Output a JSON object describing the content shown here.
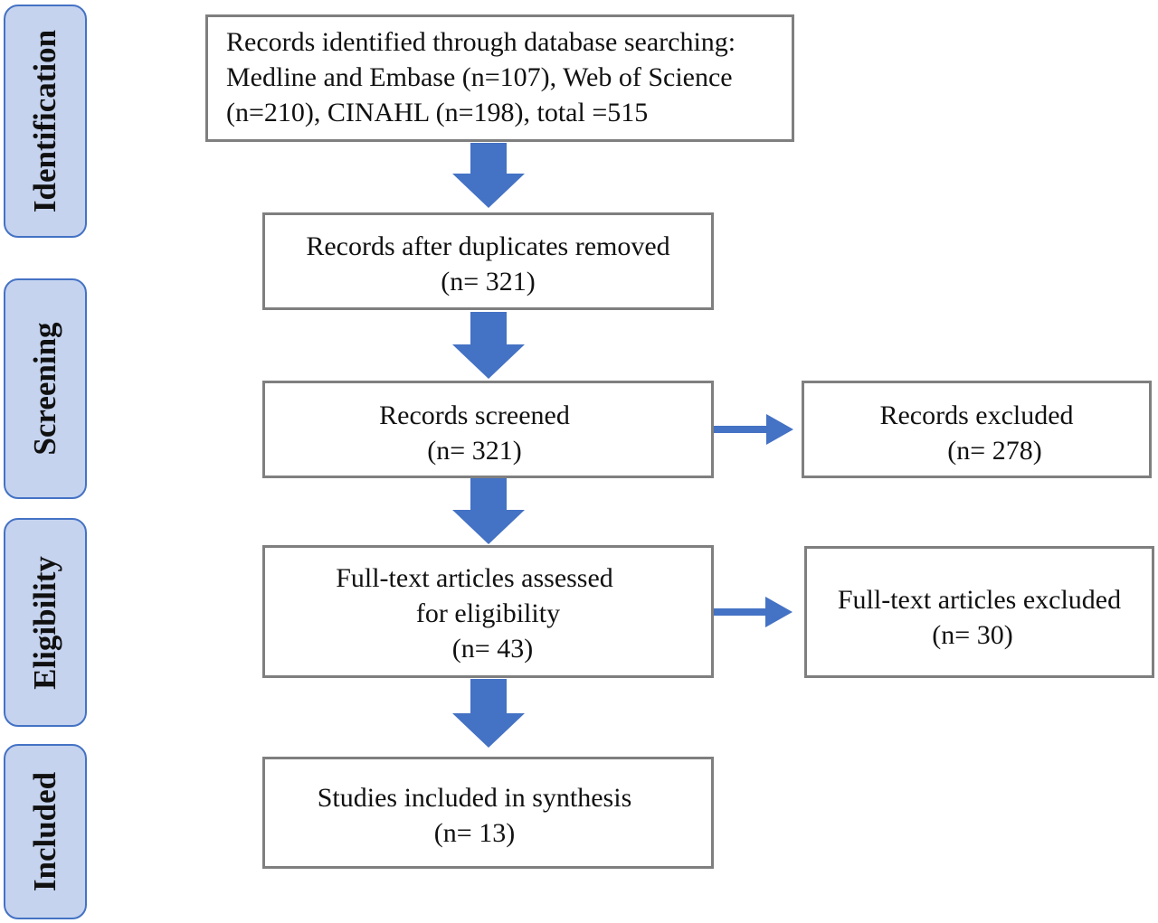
{
  "colors": {
    "stage_fill": "#c5d3ef",
    "stage_border": "#4472c4",
    "arrow": "#4472c4",
    "box_border": "#7f7f7f"
  },
  "stages": {
    "identification": "Identification",
    "screening": "Screening",
    "eligibility": "Eligibility",
    "included": "Included"
  },
  "boxes": {
    "identified": {
      "lines": [
        "Records identified through database searching:",
        "Medline and Embase (n=107), Web of Science",
        "(n=210), CINAHL (n=198), total =515"
      ]
    },
    "duplicates_removed": {
      "lines": [
        "Records after duplicates removed",
        "(n= 321)"
      ]
    },
    "screened": {
      "lines": [
        "Records screened",
        "(n= 321)"
      ]
    },
    "excluded": {
      "lines": [
        "Records excluded",
        "(n= 278)"
      ]
    },
    "fulltext_assessed": {
      "lines": [
        "Full-text articles assessed",
        "for eligibility",
        "(n= 43)"
      ]
    },
    "fulltext_excluded": {
      "lines": [
        "Full-text articles excluded",
        "(n= 30)"
      ]
    },
    "included": {
      "lines": [
        "Studies included in synthesis",
        "(n= 13)"
      ]
    }
  }
}
